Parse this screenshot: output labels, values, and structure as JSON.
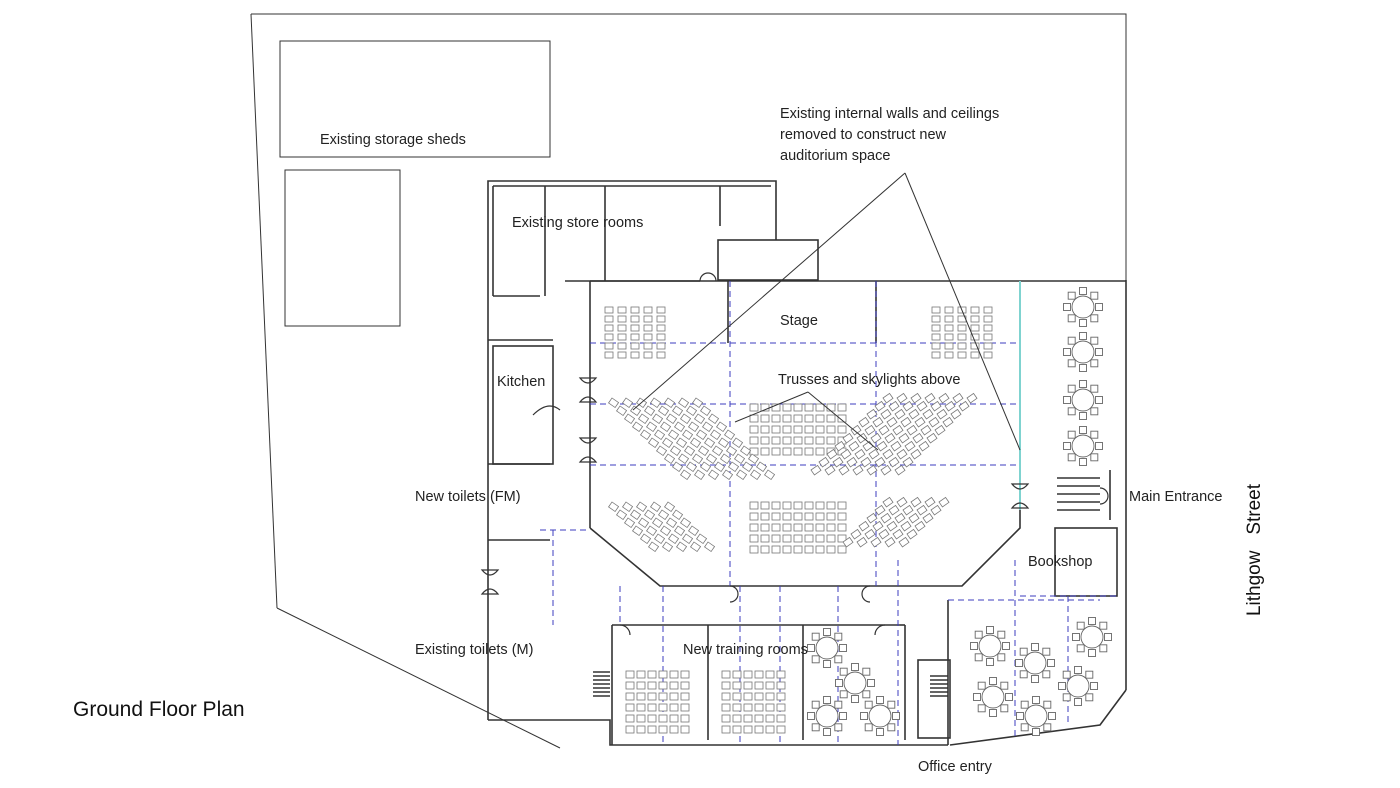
{
  "title": "Ground Floor Plan",
  "street": {
    "word1": "Lithgow",
    "word2": "Street"
  },
  "rooms": {
    "storage_sheds": "Existing storage sheds",
    "store_rooms": "Existing store rooms",
    "stage": "Stage",
    "kitchen": "Kitchen",
    "new_toilets": "New toilets (FM)",
    "existing_toilets": "Existing toilets (M)",
    "training_rooms": "New training rooms",
    "bookshop": "Bookshop",
    "main_entrance": "Main Entrance",
    "office_entry": "Office entry"
  },
  "annotations": {
    "walls_removed_line1": "Existing internal walls and ceilings",
    "walls_removed_line2": "removed to construct new",
    "walls_removed_line3": "auditorium space",
    "trusses": "Trusses and skylights above"
  },
  "colors": {
    "wall": "#333333",
    "seat": "#777777",
    "truss": "#3d3dbf",
    "glass": "#7fd3d0",
    "leader": "#333333"
  }
}
